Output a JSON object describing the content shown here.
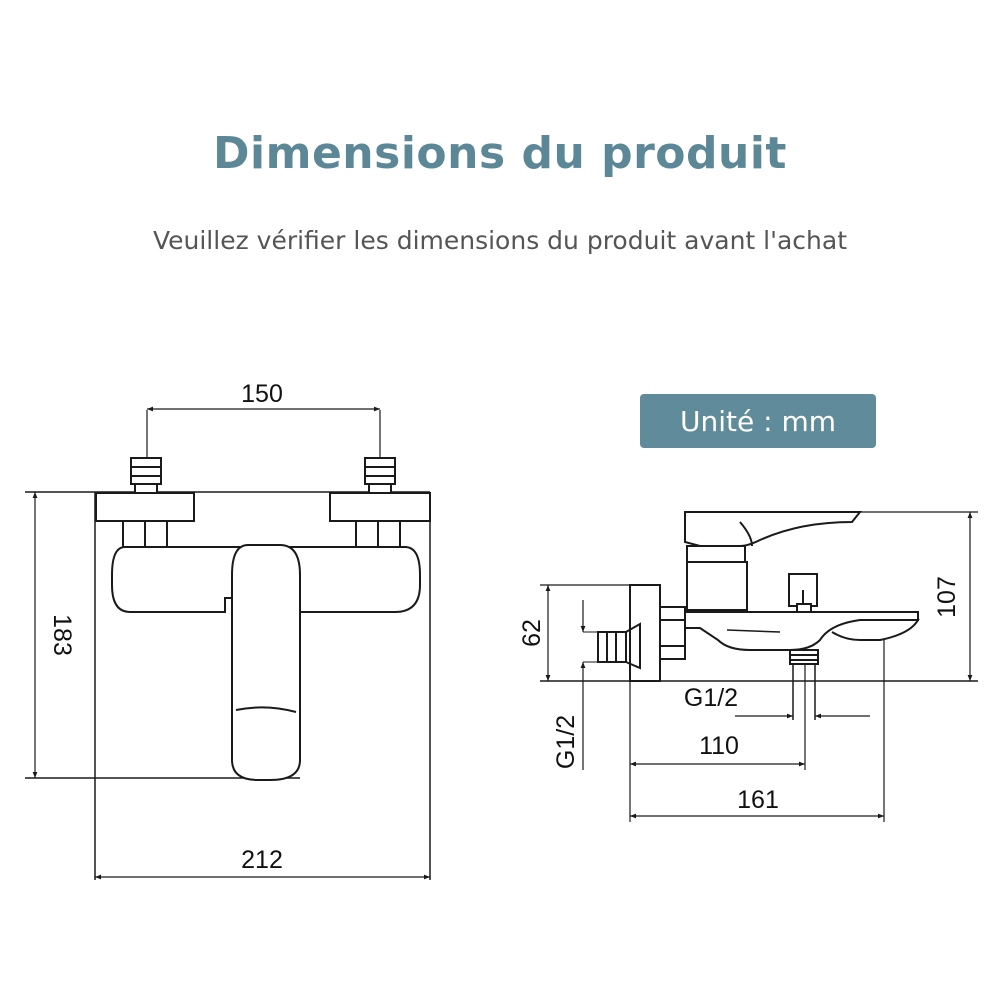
{
  "header": {
    "title": "Dimensions du produit",
    "subtitle": "Veuillez vérifier les dimensions du produit avant l'achat"
  },
  "unit_badge": {
    "label": "Unité : mm"
  },
  "front_view": {
    "dim_top": "150",
    "dim_left": "183",
    "dim_bottom": "212"
  },
  "side_view": {
    "dim_right": "107",
    "dim_left": "62",
    "thread_bottom_left": "G1/2",
    "thread_center": "G1/2",
    "dim_110": "110",
    "dim_161": "161"
  },
  "colors": {
    "title": "#5b8797",
    "badge": "#5f8b9a",
    "line": "#1a1a1a"
  }
}
